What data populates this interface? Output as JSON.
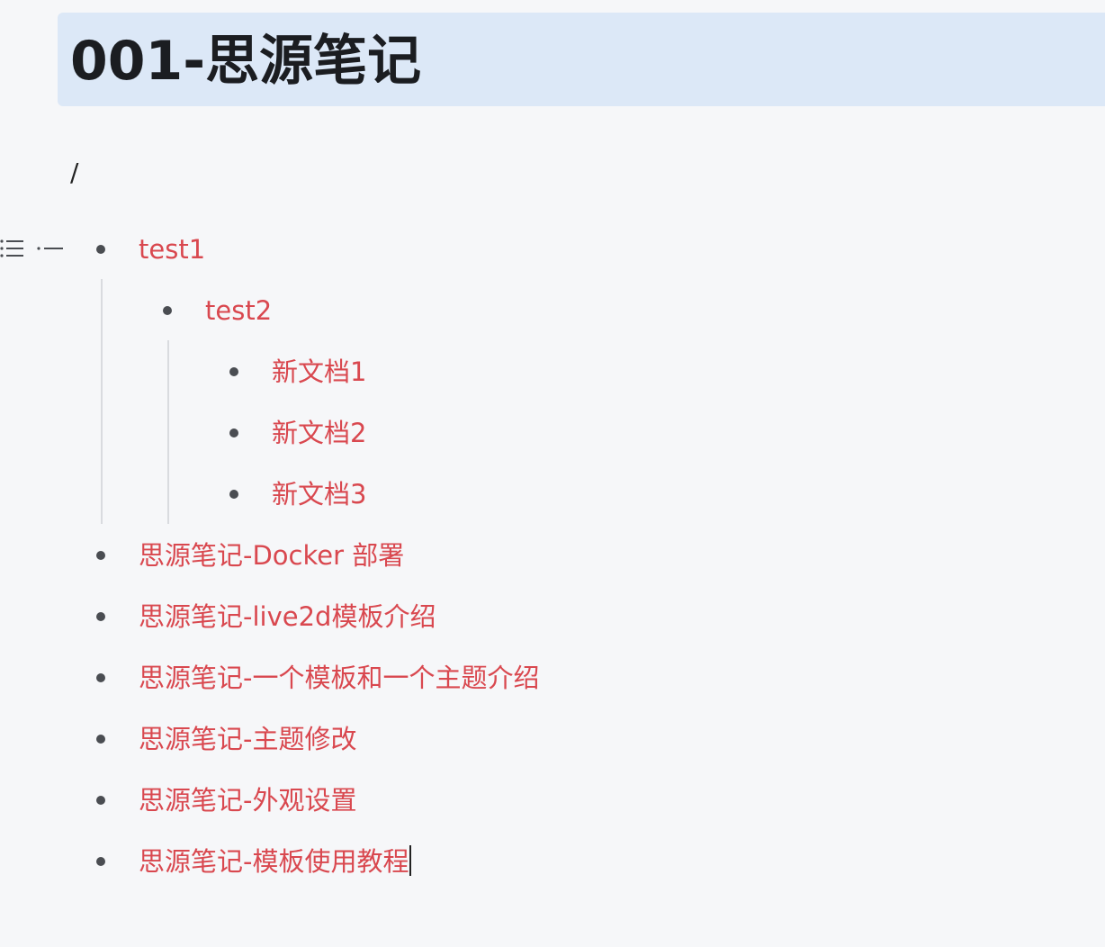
{
  "document": {
    "title": "001-思源笔记",
    "path": "/"
  },
  "gutter": {
    "icons": [
      "list-icon",
      "fold-dash-icon"
    ]
  },
  "list": {
    "items": [
      {
        "label": "test1",
        "level": 0
      },
      {
        "label": "test2",
        "level": 1
      },
      {
        "label": "新文档1",
        "level": 2
      },
      {
        "label": "新文档2",
        "level": 2
      },
      {
        "label": "新文档3",
        "level": 2
      },
      {
        "label": "思源笔记-Docker 部署",
        "level": 0
      },
      {
        "label": "思源笔记-live2d模板介绍",
        "level": 0
      },
      {
        "label": "思源笔记-一个模板和一个主题介绍",
        "level": 0
      },
      {
        "label": "思源笔记-主题修改",
        "level": 0
      },
      {
        "label": "思源笔记-外观设置",
        "level": 0
      },
      {
        "label": "思源笔记-模板使用教程",
        "level": 0
      }
    ]
  },
  "colors": {
    "link": "#d9484f",
    "title_background": "#dce8f7",
    "page_background": "#f6f7f9"
  }
}
